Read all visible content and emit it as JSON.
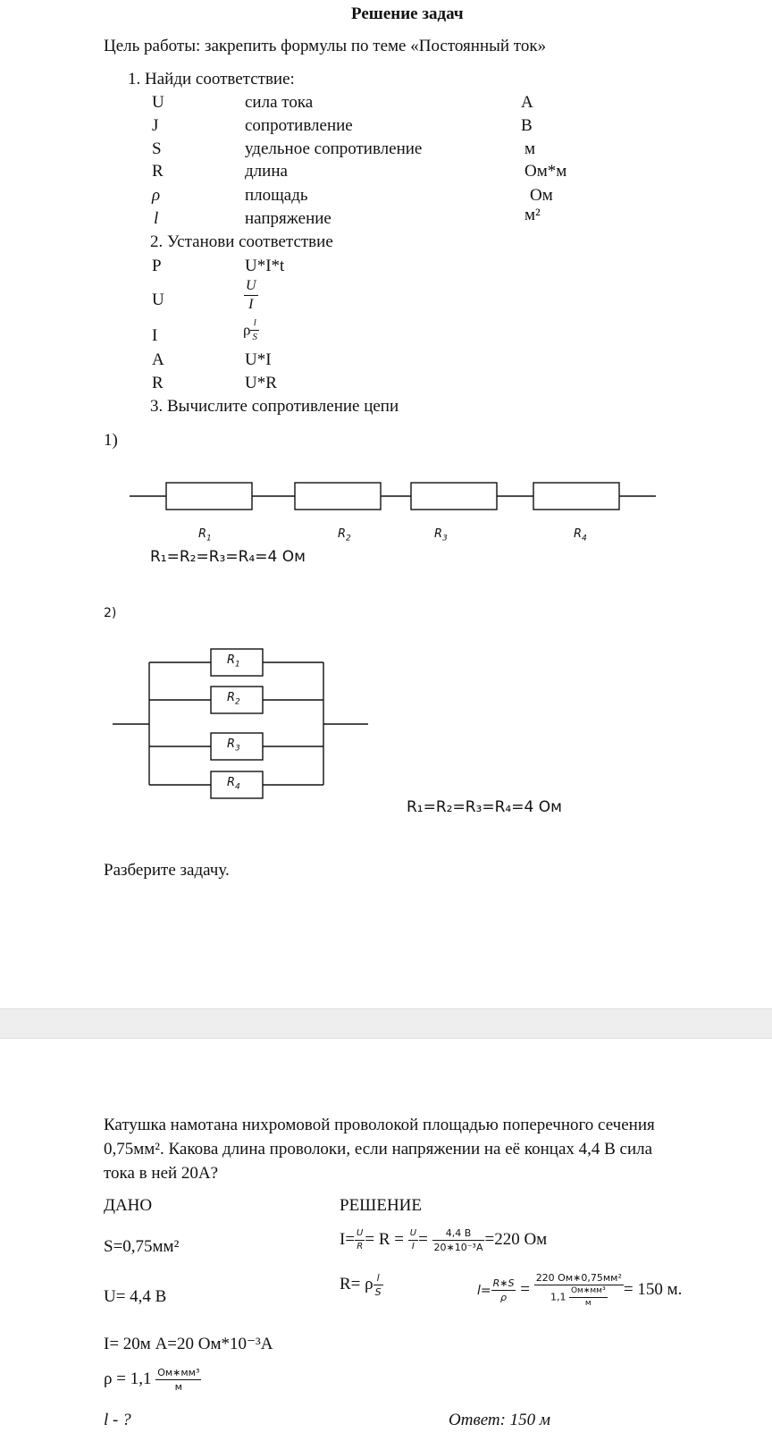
{
  "title": "Решение задач",
  "goal": "Цель работы: закрепить формулы по теме «Постоянный ток»",
  "task1": {
    "heading": "1.  Найди соответствие:",
    "rows": [
      {
        "sym": "U",
        "name": "сила тока",
        "unit": "А"
      },
      {
        "sym": "J",
        "name": "сопротивление",
        "unit": "В"
      },
      {
        "sym": "S",
        "name": "удельное сопротивление",
        "unit": "м"
      },
      {
        "sym": "R",
        "name": "длина",
        "unit": "Ом*м"
      },
      {
        "sym": "ρ",
        "name": "площадь",
        "unit": "Ом"
      },
      {
        "sym": "l",
        "name": "напряжение",
        "unit": "м²"
      }
    ]
  },
  "task2": {
    "heading": "2.  Установи соответствие",
    "rows": [
      {
        "sym": "P",
        "formula": "U*I*t"
      },
      {
        "sym": "U",
        "formula": "U/I"
      },
      {
        "sym": "I",
        "formula": "ρ l/S"
      },
      {
        "sym": "A",
        "formula": "U*I"
      },
      {
        "sym": "R",
        "formula": "U*R"
      }
    ]
  },
  "task3": {
    "heading": "3.  Вычислите сопротивление цепи",
    "circuit1": {
      "label": "1)",
      "resistors": [
        "R",
        "R",
        "R",
        "R"
      ],
      "subs": [
        "1",
        "2",
        "3",
        "4"
      ],
      "caption": "R₁=R₂=R₃=R₄=4 Ом"
    },
    "circuit2": {
      "label": "2)",
      "resistors": [
        "R",
        "R",
        "R",
        "R"
      ],
      "subs": [
        "1",
        "2",
        "3",
        "4"
      ],
      "caption": "R₁=R₂=R₃=R₄=4 Ом"
    }
  },
  "analyze": "Разберите задачу.",
  "problem": {
    "text_l1": "Катушка намотана нихромовой проволокой площадью поперечного сечения",
    "text_l2": "0,75мм². Какова длина проволоки, если напряжении на её концах 4,4 В сила",
    "text_l3": "тока в ней 20А?",
    "given_label": "ДАНО",
    "solution_label": "РЕШЕНИЕ",
    "given": {
      "s": "S=0,75мм²",
      "u": "U= 4,4 В",
      "i": "I= 20м А=20 Ом*10⁻³А",
      "rho_prefix": "ρ = 1,1",
      "rho_num": "Ом∗мм³",
      "rho_den": "м",
      "find": "l - ?"
    },
    "solution": {
      "eq1_i": "I=",
      "eq1_u": "U",
      "eq1_r": "R",
      "eq1_mid": "= R =",
      "eq1_u2": "U",
      "eq1_i2": "I",
      "eq1_num": "4,4 В",
      "eq1_den": "20∗10⁻³А",
      "eq1_res": "=220 Ом",
      "eq2_r": "R= ρ",
      "eq2_l": "l",
      "eq2_s": "S",
      "eq3_l": "l=",
      "eq3_num": "R∗S",
      "eq3_den": "ρ",
      "eq3_eq": "=",
      "eq3_num2": "220 Ом∗0,75мм²",
      "eq3_den2_a": "1,1",
      "eq3_den2_num": "Ом∗мм³",
      "eq3_den2_den": "м",
      "eq3_res": "= 150 м."
    },
    "answer": "Ответ: 150 м"
  }
}
